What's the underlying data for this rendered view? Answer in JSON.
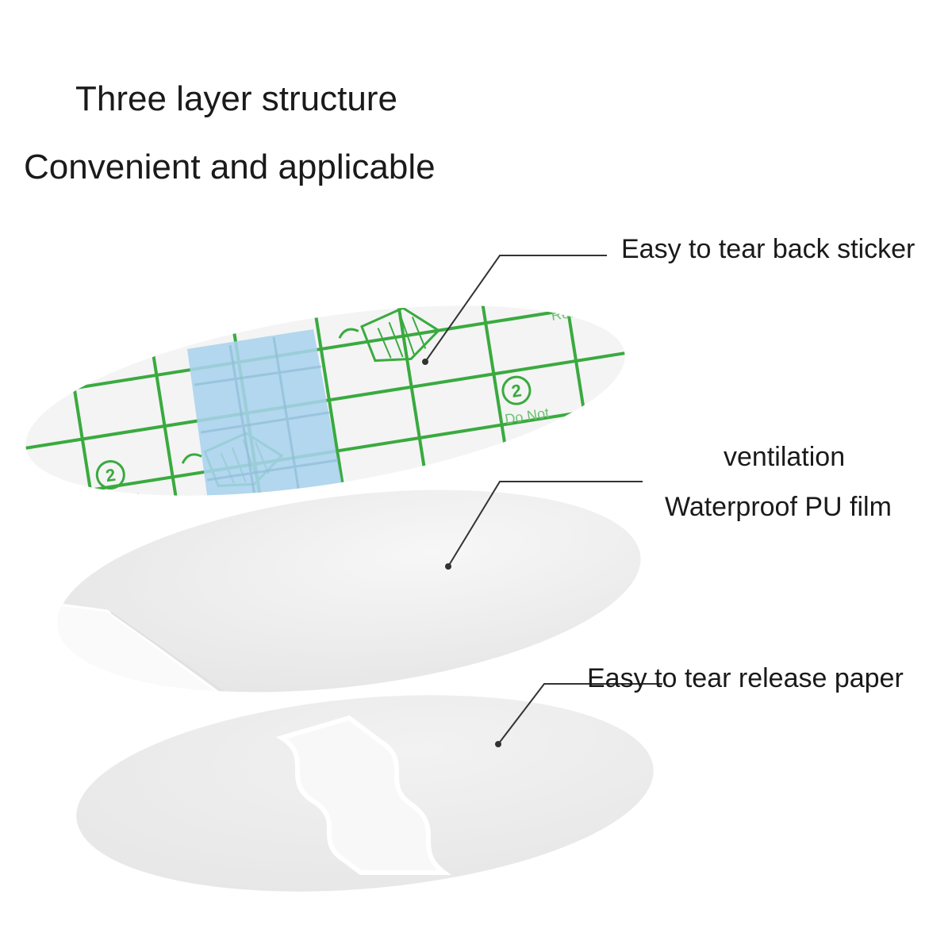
{
  "headline": {
    "line1": "Three layer structure",
    "line2": "Convenient and applicable"
  },
  "labels": {
    "back_sticker": "Easy to tear back sticker",
    "ventilation": "ventilation",
    "pu_film": "Waterproof PU film",
    "release_paper": "Easy to tear release paper"
  },
  "sticker_print": {
    "do_not": "Do Not",
    "reuse": "Reuse",
    "symbol": "2"
  },
  "colors": {
    "print_green": "#3aaa3f",
    "tear_strip_blue": "#a9d3ee",
    "leader_line": "#333333",
    "film_gray": "#e9e9e9"
  }
}
